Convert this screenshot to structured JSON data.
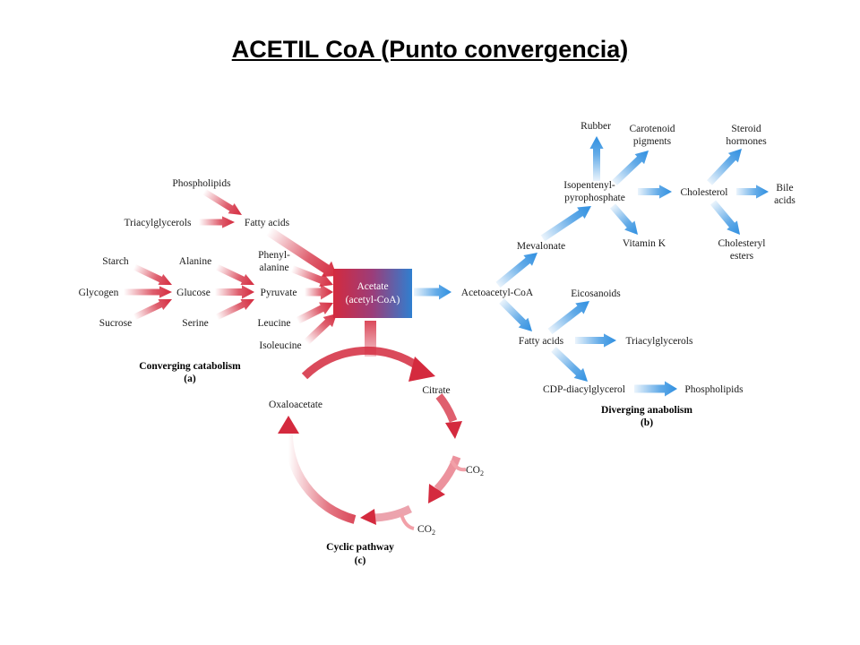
{
  "title": "ACETIL CoA (Punto convergencia)",
  "colors": {
    "red": "#d42a3e",
    "blue": "#2f8fe0"
  },
  "center": {
    "line1": "Acetate",
    "line2": "(acetyl-CoA)"
  },
  "catabolism": {
    "phospholipids": "Phospholipids",
    "triacylglycerols": "Triacylglycerols",
    "fatty_acids": "Fatty acids",
    "starch": "Starch",
    "glycogen": "Glycogen",
    "sucrose": "Sucrose",
    "glucose": "Glucose",
    "alanine": "Alanine",
    "serine": "Serine",
    "phenylalanine_1": "Phenyl-",
    "phenylalanine_2": "alanine",
    "pyruvate": "Pyruvate",
    "leucine": "Leucine",
    "isoleucine": "Isoleucine",
    "caption": "Converging catabolism",
    "caption_letter": "(a)"
  },
  "anabolism": {
    "acetoacetyl": "Acetoacetyl-CoA",
    "mevalonate": "Mevalonate",
    "isopentenyl_1": "Isopentenyl-",
    "isopentenyl_2": "pyrophosphate",
    "rubber": "Rubber",
    "carotenoid_1": "Carotenoid",
    "carotenoid_2": "pigments",
    "vitamin_k": "Vitamin K",
    "cholesterol": "Cholesterol",
    "steroid_1": "Steroid",
    "steroid_2": "hormones",
    "bile_1": "Bile",
    "bile_2": "acids",
    "chol_esters_1": "Cholesteryl",
    "chol_esters_2": "esters",
    "fatty_acids": "Fatty acids",
    "eicosanoids": "Eicosanoids",
    "triacylglycerols": "Triacylglycerols",
    "cdp": "CDP-diacylglycerol",
    "phospholipids": "Phospholipids",
    "caption": "Diverging anabolism",
    "caption_letter": "(b)"
  },
  "cycle": {
    "oxaloacetate": "Oxaloacetate",
    "citrate": "Citrate",
    "co2": "CO",
    "co2_sub": "2",
    "caption": "Cyclic pathway",
    "caption_letter": "(c)"
  }
}
